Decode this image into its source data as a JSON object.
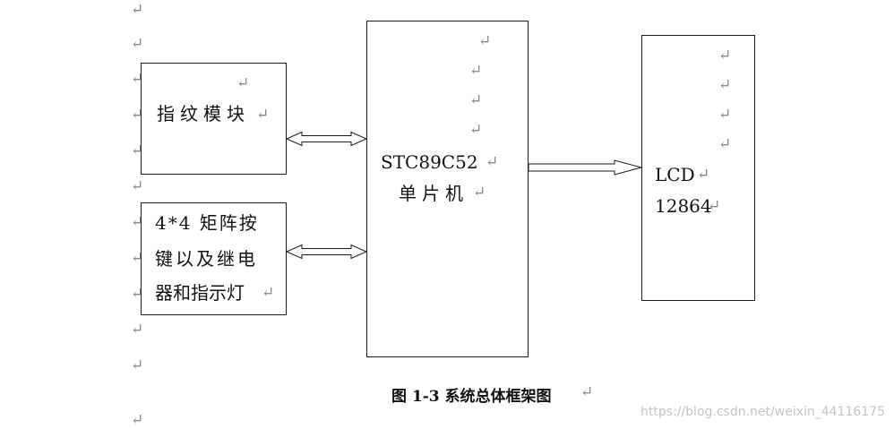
{
  "paragraph_mark": "↵",
  "fingerprint_box": {
    "label": "指纹模块"
  },
  "keypad_box": {
    "lines": [
      "4*4 矩阵按",
      "键以及继电",
      "器和指示灯"
    ]
  },
  "mcu_box": {
    "line1": "STC89C52",
    "line2": "单片机"
  },
  "lcd_box": {
    "line1": "LCD",
    "line2": "12864"
  },
  "caption": "图 1-3  系统总体框架图",
  "watermark": "https://blog.csdn.net/weixin_44116175"
}
